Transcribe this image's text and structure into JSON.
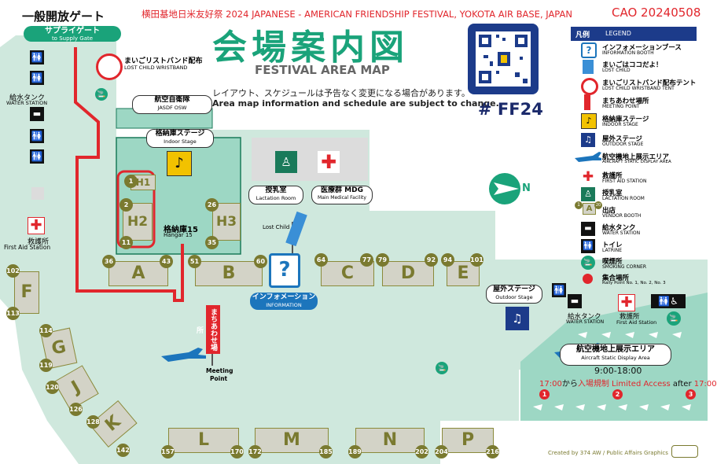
{
  "header": {
    "top_gate": "一般開放ゲート",
    "festival_line": "横田基地日米友好祭 2024 JAPANESE - AMERICAN FRIENDSHIP FESTIVAL, YOKOTA AIR BASE, JAPAN",
    "code": "CAO 20240508",
    "title_jp": "会場案内図",
    "title_en": "FESTIVAL AREA MAP",
    "notice_jp": "レイアウト、スケジュールは予告なく変更になる場合があります。",
    "notice_en": "Area map information and schedule are subject to change.",
    "hashtag": "# FF24"
  },
  "gates": {
    "supply_jp": "サプライゲート",
    "supply_en": "to Supply Gate"
  },
  "labels": {
    "lost_wristband_jp": "まいごリストバンド配布",
    "lost_wristband_en": "LOST CHILD WRISTBAND",
    "water_jp": "給水タンク",
    "water_en": "WATER STATION",
    "first_aid_jp": "救護所",
    "first_aid_en": "First Aid Station",
    "jasdf_jp": "航空自衛隊",
    "jasdf_en": "JASDF OSW",
    "hangar_stage_jp": "格納庫ステージ",
    "hangar_stage_en": "Indoor Stage",
    "hangar15_jp": "格納庫15",
    "hangar15_en": "Hangar 15",
    "lactation_jp": "授乳室",
    "lactation_en": "Lactation Room",
    "medical_jp": "医療群 MDG",
    "medical_en": "Main Medical Facility",
    "lost_child": "Lost Child",
    "info_jp": "インフォメーション",
    "info_en": "INFORMATION",
    "outdoor_jp": "屋外ステージ",
    "outdoor_en": "Outdoor Stage",
    "water2_jp": "給水タンク",
    "water2_en": "WATER STATION",
    "aid2_jp": "救護所",
    "aid2_en": "First Aid Station",
    "static_jp": "航空機地上展示エリア",
    "static_en": "Aircraft Static Display Area",
    "hours": "9:00-18:00",
    "limit_time": "17:00",
    "limit_from": "から",
    "limit_jp": "入場規制",
    "limit_en": "Limited Access",
    "limit_after": "after",
    "limit_after_time": "17:00",
    "meeting_flag": "まちあわせ場所",
    "meeting_jp": "Meeting",
    "meeting_en": "Point",
    "north": "N",
    "credit": "Created by 374 AW / Public Affairs Graphics"
  },
  "booths": {
    "A": {
      "letter": "A",
      "start": "36",
      "end": "43"
    },
    "B": {
      "letter": "B",
      "start": "51",
      "end": "60"
    },
    "C": {
      "letter": "C",
      "start": "64",
      "end": "77"
    },
    "D": {
      "letter": "D",
      "start": "79",
      "end": "92"
    },
    "E": {
      "letter": "E",
      "start": "94",
      "end": "101"
    },
    "F": {
      "letter": "F",
      "start": "102",
      "end": "113"
    },
    "G": {
      "letter": "G",
      "start": "114",
      "end": "119"
    },
    "J": {
      "letter": "J",
      "start": "120",
      "end": "126"
    },
    "K": {
      "letter": "K",
      "start": "128",
      "end": "142"
    },
    "L": {
      "letter": "L",
      "start": "157",
      "end": "170"
    },
    "M": {
      "letter": "M",
      "start": "172",
      "end": "185"
    },
    "N": {
      "letter": "N",
      "start": "189",
      "end": "202"
    },
    "P": {
      "letter": "P",
      "start": "204",
      "end": "216"
    },
    "H1": {
      "letter": "H1",
      "start": "1"
    },
    "H2": {
      "letter": "H2",
      "start": "2",
      "end": "11"
    },
    "H3": {
      "letter": "H3",
      "start": "26",
      "end": "35"
    }
  },
  "rally": [
    "1",
    "2",
    "3"
  ],
  "legend": {
    "jp_title": "凡例",
    "en_title": "LEGEND",
    "items": [
      {
        "jp": "インフォメーションブース",
        "en": "INFORMATION BOOTH"
      },
      {
        "jp": "まいごはココだよ！",
        "en": "LOST CHILD"
      },
      {
        "jp": "まいごリストバンド配布テント",
        "en": "LOST CHILD WRISTBAND TENT"
      },
      {
        "jp": "まちあわせ場所",
        "en": "MEETING POINT"
      },
      {
        "jp": "格納庫ステージ",
        "en": "INDOOR STAGE"
      },
      {
        "jp": "屋外ステージ",
        "en": "OUTDOOR STAGE"
      },
      {
        "jp": "航空機地上展示エリア",
        "en": "AIRCRAFT STATIC DISPLAY AREA"
      },
      {
        "jp": "救護所",
        "en": "FIRST AID STATION"
      },
      {
        "jp": "授乳室",
        "en": "LACTATION ROOM"
      },
      {
        "jp": "出店",
        "en": "VENDOR BOOTH"
      },
      {
        "jp": "給水タンク",
        "en": "WATER STATION"
      },
      {
        "jp": "トイレ",
        "en": "LATRINE"
      },
      {
        "jp": "喫煙所",
        "en": "SMOKING CORNER"
      },
      {
        "jp": "集合場所",
        "en": "Rally Point No. 1, No. 2, No. 3"
      }
    ],
    "vendor_sample_num": "1",
    "vendor_sample_letter": "A",
    "vendor_sample_end": "20"
  },
  "colors": {
    "ground": "#cfe8dd",
    "zone": "#9dd7c4",
    "booth": "#d3d3c7",
    "booth_border": "#8a8a3a",
    "number": "#7a7a30",
    "green_title": "#1aa37a",
    "red": "#e1262c",
    "info_blue": "#1c75bc",
    "navy": "#1b2a6b"
  }
}
